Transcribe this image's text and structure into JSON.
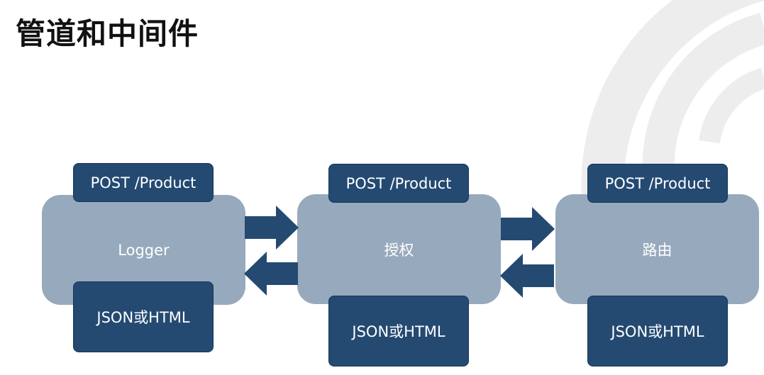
{
  "title": "管道和中间件",
  "colors": {
    "stage_fill": "#97a9bd",
    "tag_fill": "#244a72",
    "arrow_fill": "#244a72",
    "decor": "#ededed"
  },
  "stages": [
    {
      "label": "Logger",
      "request": "POST /Product",
      "response": "JSON或HTML"
    },
    {
      "label": "授权",
      "request": "POST /Product",
      "response": "JSON或HTML"
    },
    {
      "label": "路由",
      "request": "POST /Product",
      "response": "JSON或HTML"
    }
  ],
  "arrows": [
    {
      "direction": "right"
    },
    {
      "direction": "left"
    },
    {
      "direction": "right"
    },
    {
      "direction": "left"
    }
  ]
}
